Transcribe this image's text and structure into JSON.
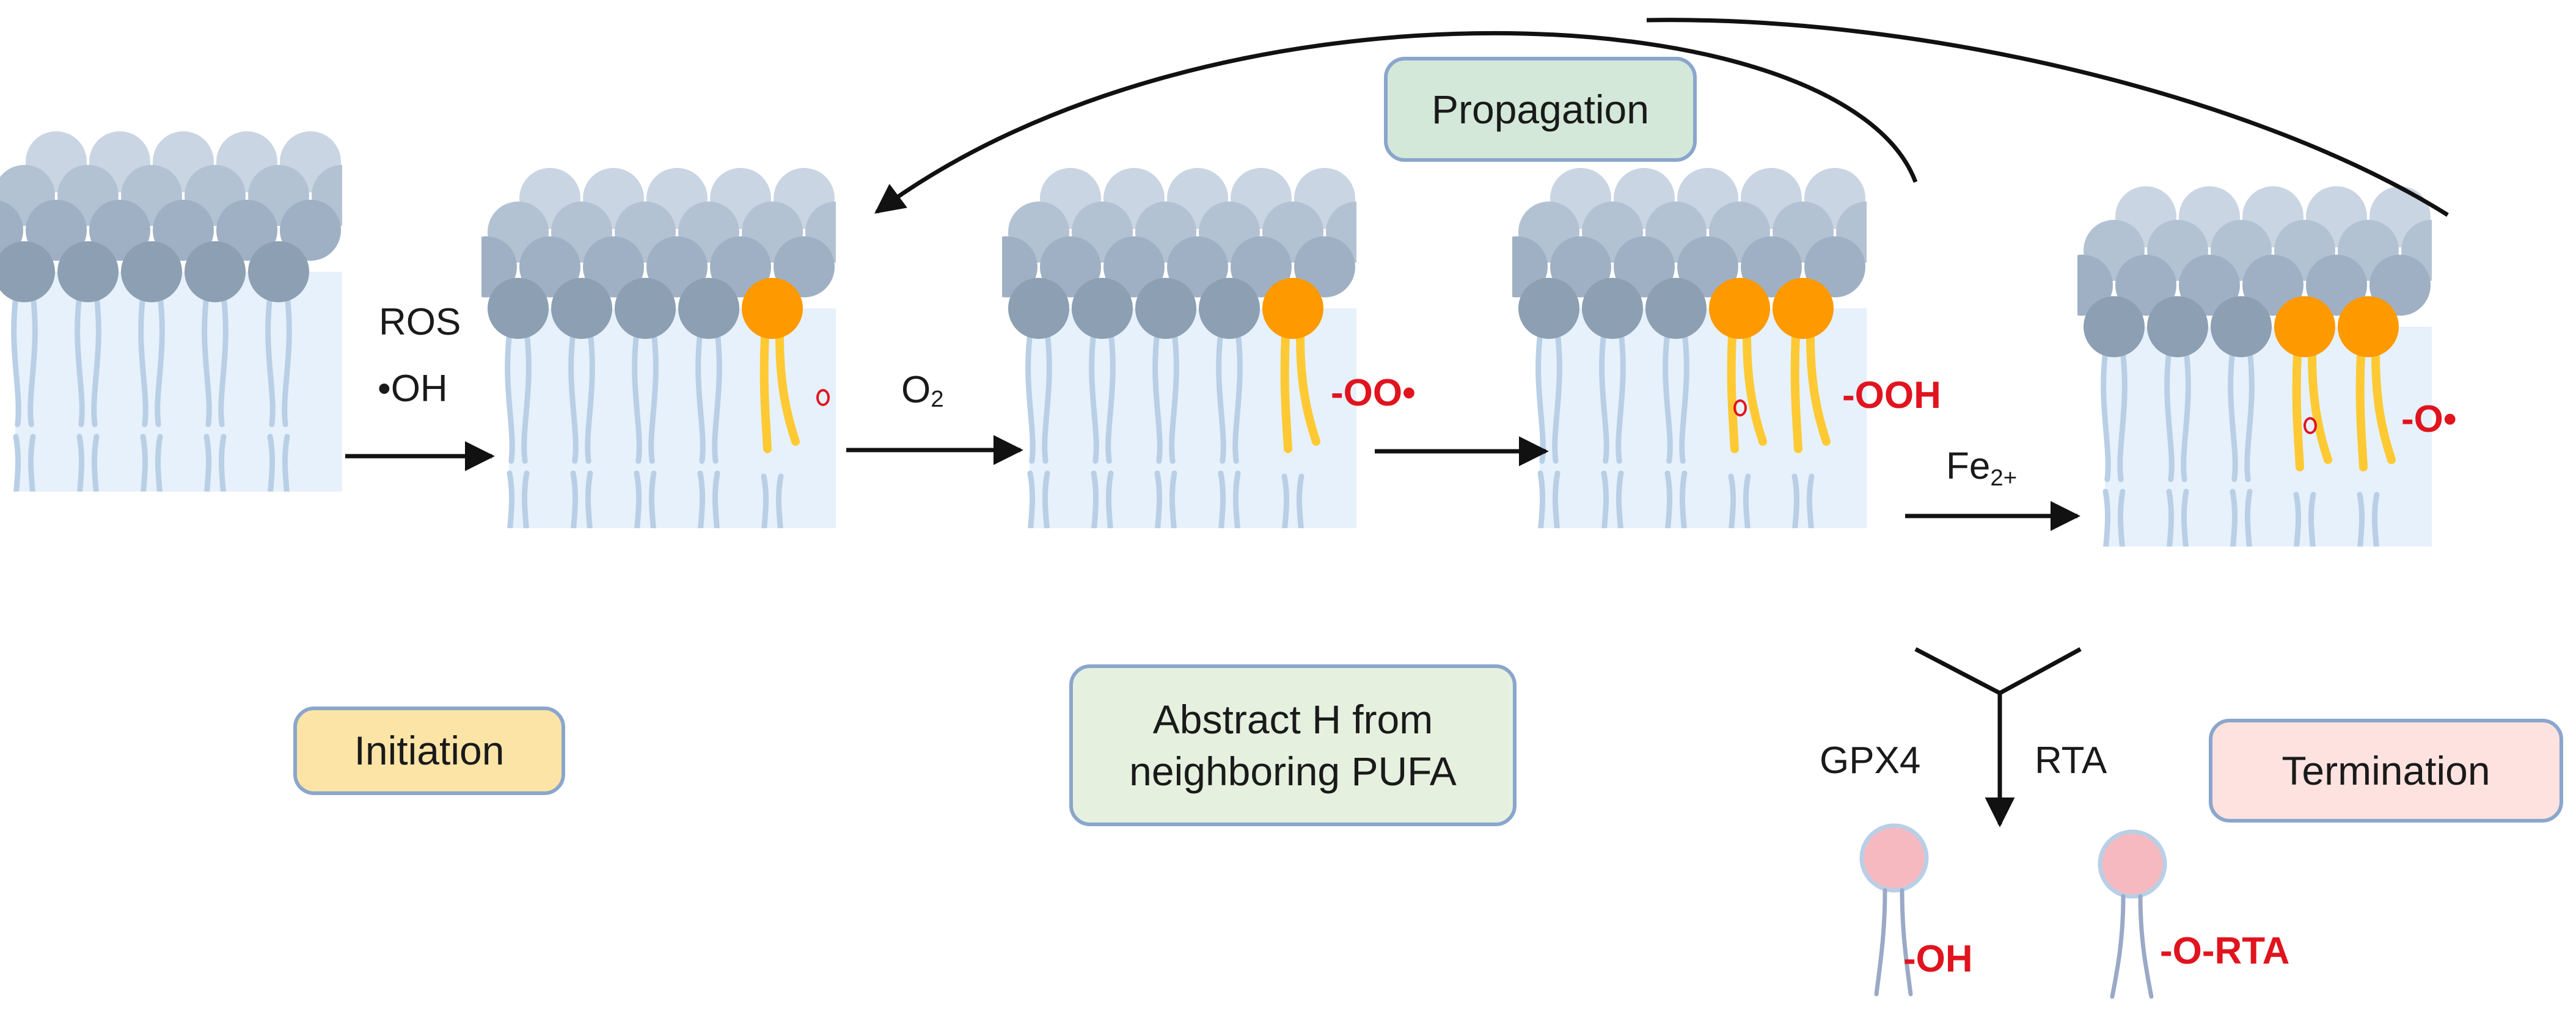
{
  "diagram": {
    "stages": [
      {
        "label": "Initiation",
        "fill": "#fbe4a6"
      },
      {
        "label": "Propagation",
        "fill": "#d3e8d8"
      },
      {
        "label_line1": "Abstract H from",
        "label_line2": "neighboring PUFA",
        "fill": "#e5f0df"
      },
      {
        "label": "Termination",
        "fill": "#fde2e0"
      }
    ],
    "arrows": {
      "ros_line1": "ROS",
      "ros_line2": "•OH",
      "oxygen": "O",
      "oxygen_sub": "2",
      "iron": "Fe",
      "iron_sup": "2+",
      "gpx4": "GPX4",
      "rta": "RTA"
    },
    "groups": {
      "peroxyl": "-OO•",
      "hydroperoxide": "-OOH",
      "alkoxyl": "-O•",
      "hydroxyl": "-OH",
      "rta_adduct": "-O-RTA"
    },
    "colors": {
      "membrane_bg": "#e6f1fb",
      "head_front": "#8c9fb3",
      "head_back": "#b8c6d6",
      "tail": "#b9cfe6",
      "oxidized_head": "#ff9900",
      "oxidized_tail": "#ffc933",
      "radical": "#e0141e",
      "product_head": "#f7b9c0",
      "box_border": "#8aa6cc"
    }
  }
}
